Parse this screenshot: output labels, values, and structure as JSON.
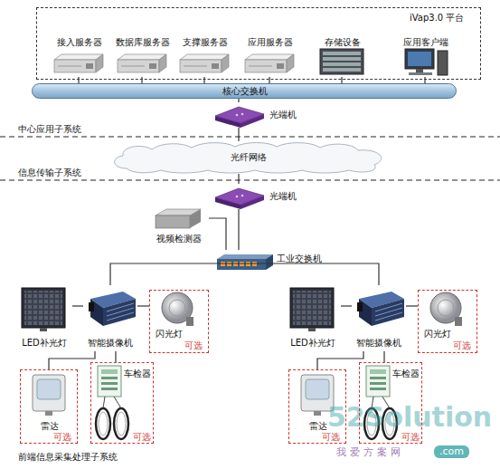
{
  "diagram": {
    "nodes": [
      {
        "text": [
          "iVap3.0 平台"
        ]
      },
      {
        "text": [
          "接入服务器"
        ],
        "in": 0
      },
      {
        "text": [
          "数据库服务器"
        ],
        "in": 0
      },
      {
        "text": [
          "支撑服务器"
        ],
        "in": 0
      },
      {
        "text": [
          "应用服务器"
        ],
        "in": 0
      },
      {
        "text": [
          "存储设备"
        ],
        "in": 0
      },
      {
        "text": [
          "应用客户端"
        ],
        "in": 0
      },
      {
        "text": [
          "核心交换机"
        ]
      },
      {
        "text": [
          "光端机"
        ]
      },
      {
        "text": [
          "光纤网络"
        ]
      },
      {
        "text": [
          "光端机"
        ]
      },
      {
        "text": [
          "视频检测器"
        ]
      },
      {
        "text": [
          "工业交换机"
        ]
      },
      {
        "text": [
          "LED补光灯"
        ]
      },
      {
        "text": [
          "智能摄像机"
        ]
      },
      {
        "text": [
          "闪光灯",
          "可选"
        ]
      },
      {
        "text": [
          "雷达",
          "可选"
        ]
      },
      {
        "text": [
          "车检器",
          "可选"
        ]
      },
      {
        "text": [
          "LED补光灯"
        ]
      },
      {
        "text": [
          "智能摄像机"
        ]
      },
      {
        "text": [
          "闪光灯",
          "可选"
        ]
      },
      {
        "text": [
          "雷达",
          "可选"
        ]
      },
      {
        "text": [
          "车检器",
          "可选"
        ]
      }
    ],
    "edges": [
      {
        "from": 1,
        "to": 7,
        "arrow": "none"
      },
      {
        "from": 2,
        "to": 7,
        "arrow": "none"
      },
      {
        "from": 3,
        "to": 7,
        "arrow": "none"
      },
      {
        "from": 4,
        "to": 7,
        "arrow": "none"
      },
      {
        "from": 5,
        "to": 7,
        "arrow": "none"
      },
      {
        "from": 6,
        "to": 7,
        "arrow": "none"
      },
      {
        "from": 7,
        "to": 8,
        "arrow": "none"
      },
      {
        "from": 8,
        "to": 9,
        "arrow": "none"
      },
      {
        "from": 9,
        "to": 10,
        "arrow": "none"
      },
      {
        "from": 10,
        "to": 12,
        "arrow": "none"
      },
      {
        "from": 11,
        "to": 12,
        "arrow": "none"
      },
      {
        "from": 12,
        "to": 14,
        "arrow": "none"
      },
      {
        "from": 12,
        "to": 19,
        "arrow": "none"
      },
      {
        "from": 14,
        "to": 13,
        "arrow": "none"
      },
      {
        "from": 14,
        "to": 15,
        "arrow": "none"
      },
      {
        "from": 14,
        "to": 16,
        "arrow": "none"
      },
      {
        "from": 14,
        "to": 17,
        "arrow": "none"
      },
      {
        "from": 19,
        "to": 18,
        "arrow": "none"
      },
      {
        "from": 19,
        "to": 20,
        "arrow": "none"
      },
      {
        "from": 19,
        "to": 21,
        "arrow": "none"
      },
      {
        "from": 19,
        "to": 22,
        "arrow": "none"
      }
    ],
    "labels": [
      "中心应用子系统",
      "信息传输子系统",
      "前端信息采集处理子系统",
      "52Solution",
      "我爱方案网",
      ".com"
    ]
  }
}
